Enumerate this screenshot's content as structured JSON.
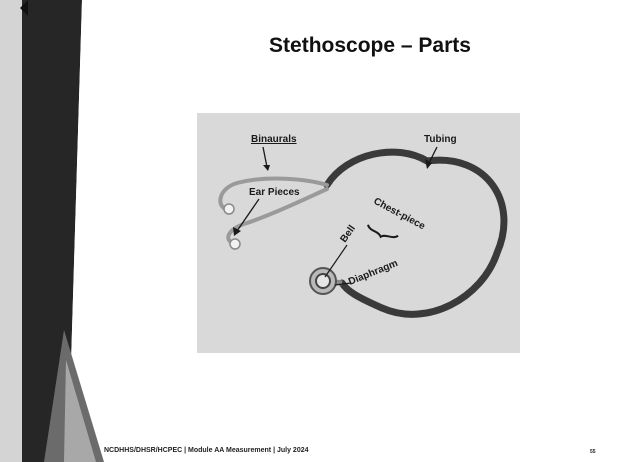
{
  "slide": {
    "title": "Stethoscope – Parts",
    "footer": "NCDHHS/DHSR/HCPEC | Module AA Measurement | July 2024",
    "page_number": "55"
  },
  "image": {
    "labels": {
      "binaurals": "Binaurals",
      "ear_pieces": "Ear Pieces",
      "tubing": "Tubing",
      "chest_piece": "Chest-piece",
      "bell": "Bell",
      "diaphragm": "Diaphragm"
    }
  },
  "colors": {
    "dark_panel": "#262626",
    "mid_panel": "#6b6b6b",
    "photo_background": "#d9d9d9",
    "tubing": "#3a3a3a"
  }
}
